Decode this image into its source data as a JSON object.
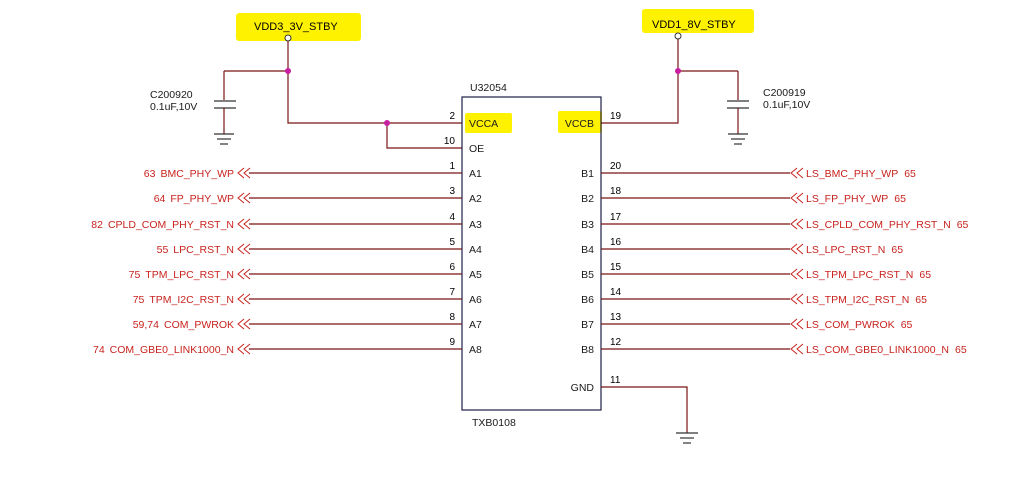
{
  "ic": {
    "ref": "U32054",
    "part": "TXB0108",
    "left_pins": [
      {
        "num": "2",
        "name": "VCCA"
      },
      {
        "num": "10",
        "name": "OE"
      },
      {
        "num": "1",
        "name": "A1"
      },
      {
        "num": "3",
        "name": "A2"
      },
      {
        "num": "4",
        "name": "A3"
      },
      {
        "num": "5",
        "name": "A4"
      },
      {
        "num": "6",
        "name": "A5"
      },
      {
        "num": "7",
        "name": "A6"
      },
      {
        "num": "8",
        "name": "A7"
      },
      {
        "num": "9",
        "name": "A8"
      }
    ],
    "right_pins": [
      {
        "num": "19",
        "name": "VCCB"
      },
      {
        "num": "20",
        "name": "B1"
      },
      {
        "num": "18",
        "name": "B2"
      },
      {
        "num": "17",
        "name": "B3"
      },
      {
        "num": "16",
        "name": "B4"
      },
      {
        "num": "15",
        "name": "B5"
      },
      {
        "num": "14",
        "name": "B6"
      },
      {
        "num": "13",
        "name": "B7"
      },
      {
        "num": "12",
        "name": "B8"
      },
      {
        "num": "11",
        "name": "GND"
      }
    ]
  },
  "rails": {
    "left": "VDD3_3V_STBY",
    "right": "VDD1_8V_STBY"
  },
  "capacitors": [
    {
      "ref": "C200920",
      "value": "0.1uF,10V"
    },
    {
      "ref": "C200919",
      "value": "0.1uF,10V"
    }
  ],
  "nets_left": [
    {
      "page": "63",
      "name": "BMC_PHY_WP"
    },
    {
      "page": "64",
      "name": "FP_PHY_WP"
    },
    {
      "page": "82",
      "name": "CPLD_COM_PHY_RST_N"
    },
    {
      "page": "55",
      "name": "LPC_RST_N"
    },
    {
      "page": "75",
      "name": "TPM_LPC_RST_N"
    },
    {
      "page": "75",
      "name": "TPM_I2C_RST_N"
    },
    {
      "page": "59,74",
      "name": "COM_PWROK"
    },
    {
      "page": "74",
      "name": "COM_GBE0_LINK1000_N"
    }
  ],
  "nets_right": [
    {
      "name": "LS_BMC_PHY_WP",
      "page": "65"
    },
    {
      "name": "LS_FP_PHY_WP",
      "page": "65"
    },
    {
      "name": "LS_CPLD_COM_PHY_RST_N",
      "page": "65"
    },
    {
      "name": "LS_LPC_RST_N",
      "page": "65"
    },
    {
      "name": "LS_TPM_LPC_RST_N",
      "page": "65"
    },
    {
      "name": "LS_TPM_I2C_RST_N",
      "page": "65"
    },
    {
      "name": "LS_COM_PWROK",
      "page": "65"
    },
    {
      "name": "LS_COM_GBE0_LINK1000_N",
      "page": "65"
    }
  ],
  "colors": {
    "net_text": "#c8231e",
    "highlight": "#fff200",
    "junction": "#c81ea0",
    "wire": "#7a1515"
  }
}
